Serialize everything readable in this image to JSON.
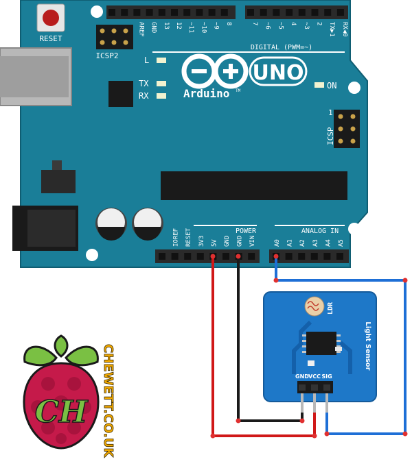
{
  "board": {
    "reset_label": "RESET",
    "icsp2_label": "ICSP2",
    "icsp_label": "ICSP",
    "icsp_pin_one": "1",
    "logo_uno": "UNO",
    "logo_brand": "Arduino",
    "logo_tm": "TM",
    "led_l": "L",
    "led_tx": "TX",
    "led_rx": "RX",
    "led_on": "ON",
    "digital_label": "DIGITAL (PWM=~)",
    "power_label": "POWER",
    "analog_label": "ANALOG IN",
    "digital_pins": [
      "AREF",
      "GND",
      "13",
      "12",
      "~11",
      "~10",
      "~9",
      "8",
      "7",
      "~6",
      "~5",
      "4",
      "~3",
      "2",
      "TX▶1",
      "RX◀0"
    ],
    "power_pins": [
      "IOREF",
      "RESET",
      "3V3",
      "5V",
      "GND",
      "GND",
      "VIN"
    ],
    "analog_pins": [
      "A0",
      "A1",
      "A2",
      "A3",
      "A4",
      "A5"
    ],
    "color_board": "#1a7e98",
    "color_header": "#2a2a2a"
  },
  "sensor": {
    "title": "Light Sensor",
    "ldr_label": "LDR",
    "pins": [
      "GND",
      "VCC",
      "SIG"
    ],
    "color_board": "#1e78c8"
  },
  "wires": [
    {
      "from": "5V",
      "to": "VCC",
      "color": "#d01818"
    },
    {
      "from": "GND",
      "to": "GND",
      "color": "#1a1a1a"
    },
    {
      "from": "A0",
      "to": "SIG",
      "color": "#1e6fd6"
    }
  ],
  "logo": {
    "initials": "CH",
    "site": "CHEWETT.CO.UK"
  }
}
